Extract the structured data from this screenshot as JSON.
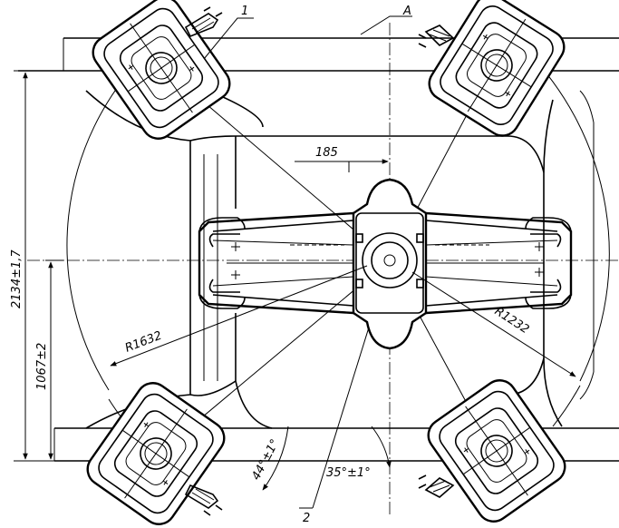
{
  "labels": {
    "callout_1": "1",
    "callout_2": "2",
    "section_a": "A",
    "dim_185": "185",
    "dim_2134": "2134±1,7",
    "dim_1067": "1067±2",
    "radius_1632": "R1632",
    "radius_1232": "R1232",
    "angle_44": "44°±1°",
    "angle_35": "35°±1°"
  }
}
